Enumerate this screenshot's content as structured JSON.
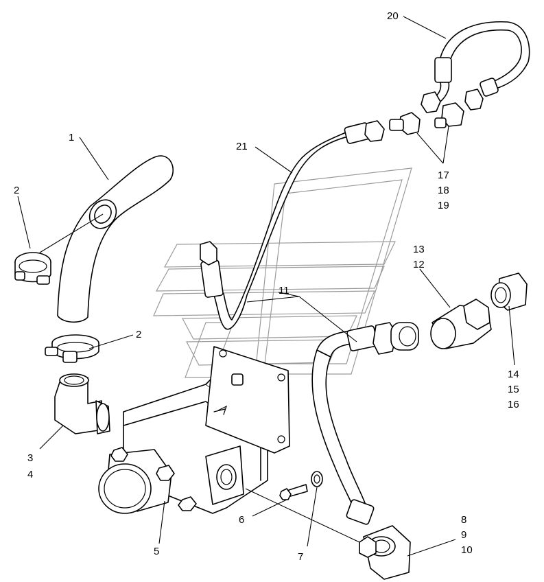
{
  "callouts": {
    "c1": "1",
    "c2a": "2",
    "c2b": "2",
    "c3": "3",
    "c4": "4",
    "c5": "5",
    "c6": "6",
    "c7": "7",
    "c8": "8",
    "c9": "9",
    "c10": "10",
    "c11": "11",
    "c12": "12",
    "c13": "13",
    "c14": "14",
    "c15": "15",
    "c16": "16",
    "c17": "17",
    "c18": "18",
    "c19": "19",
    "c20": "20",
    "c21": "21"
  },
  "colors": {
    "line": "#000000",
    "watermark": "#9a9a9a",
    "background": "#ffffff"
  }
}
